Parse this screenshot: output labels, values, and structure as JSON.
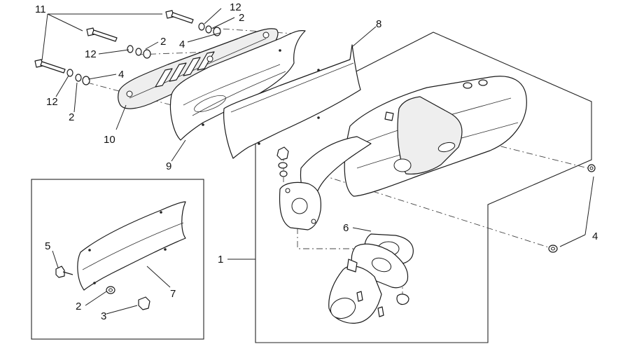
{
  "callouts": {
    "c1": "1",
    "c2a": "2",
    "c2b": "2",
    "c2c": "2",
    "c2d": "2",
    "c3": "3",
    "c4a": "4",
    "c4b": "4",
    "c4c": "4",
    "c5": "5",
    "c6": "6",
    "c7": "7",
    "c8": "8",
    "c9": "9",
    "c10": "10",
    "c11": "11",
    "c12a": "12",
    "c12b": "12",
    "c12c": "12"
  }
}
